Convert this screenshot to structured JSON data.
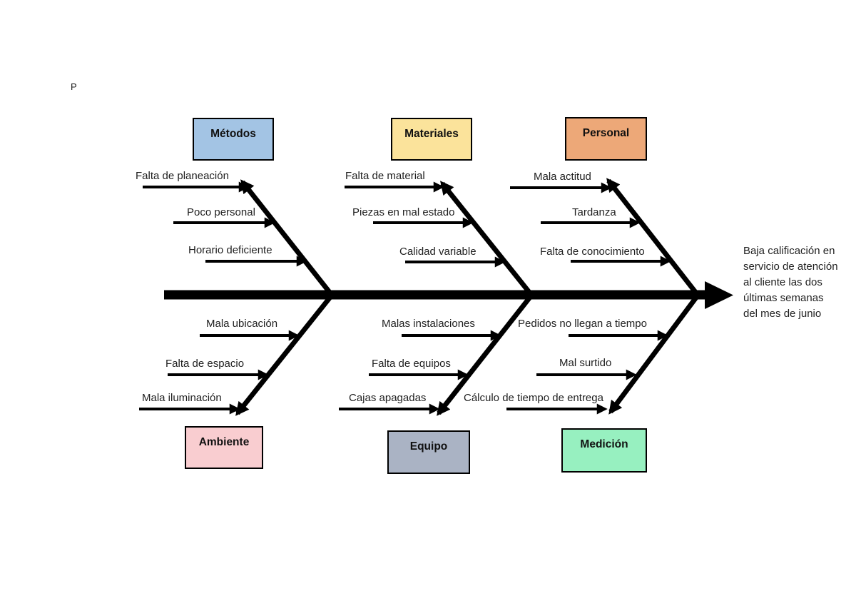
{
  "page": {
    "marker": "P"
  },
  "diagram": {
    "type": "fishbone",
    "line_color": "#000000",
    "effect": "Baja calificación en servicio de atención al cliente las dos últimas semanas del mes de junio",
    "categories": [
      {
        "name": "Métodos",
        "side": "top",
        "color": "#a3c4e4",
        "causes": [
          "Falta de planeación",
          "Poco personal",
          "Horario deficiente"
        ]
      },
      {
        "name": "Materiales",
        "side": "top",
        "color": "#fbe39b",
        "causes": [
          "Falta de material",
          "Piezas en mal estado",
          "Calidad variable"
        ]
      },
      {
        "name": "Personal",
        "side": "top",
        "color": "#eda878",
        "causes": [
          "Mala actitud",
          "Tardanza",
          "Falta de conocimiento"
        ]
      },
      {
        "name": "Ambiente",
        "side": "bottom",
        "color": "#f9cdd0",
        "causes": [
          "Mala ubicación",
          "Falta de espacio",
          "Mala iluminación"
        ]
      },
      {
        "name": "Equipo",
        "side": "bottom",
        "color": "#aab3c4",
        "causes": [
          "Malas instalaciones",
          "Falta de equipos",
          "Cajas apagadas"
        ]
      },
      {
        "name": "Medición",
        "side": "bottom",
        "color": "#97f0c0",
        "causes": [
          "Pedidos no llegan a tiempo",
          "Mal surtido",
          "Cálculo de tiempo de entrega"
        ]
      }
    ]
  }
}
